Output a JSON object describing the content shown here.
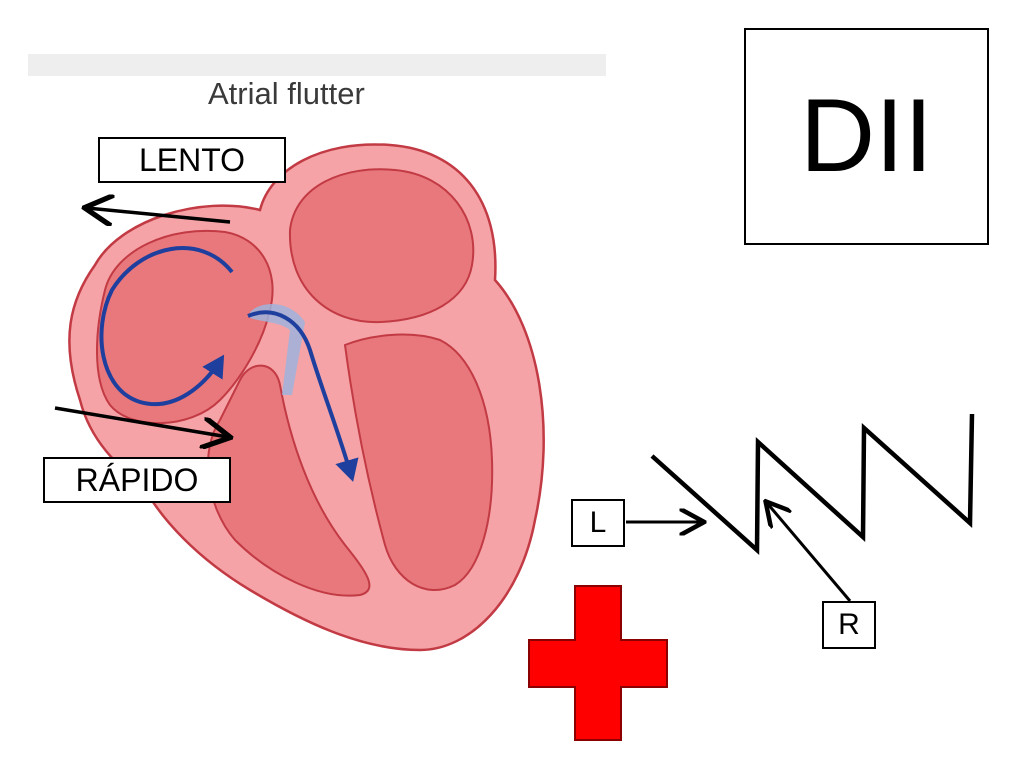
{
  "figure": {
    "title": "Atrial flutter"
  },
  "labels": {
    "lento": "LENTO",
    "rapido": "RÁPIDO",
    "lead": "DII",
    "l": "L",
    "r": "R"
  },
  "colors": {
    "heart_outer": "#f5a3a6",
    "heart_inner": "#e8787c",
    "heart_outline": "#c23a44",
    "conduction_path": "#1f3f9e",
    "pathway_light": "#9fb3dc",
    "medical_cross": "#ff0000"
  },
  "icons": {
    "cross": "medical-cross-icon"
  }
}
